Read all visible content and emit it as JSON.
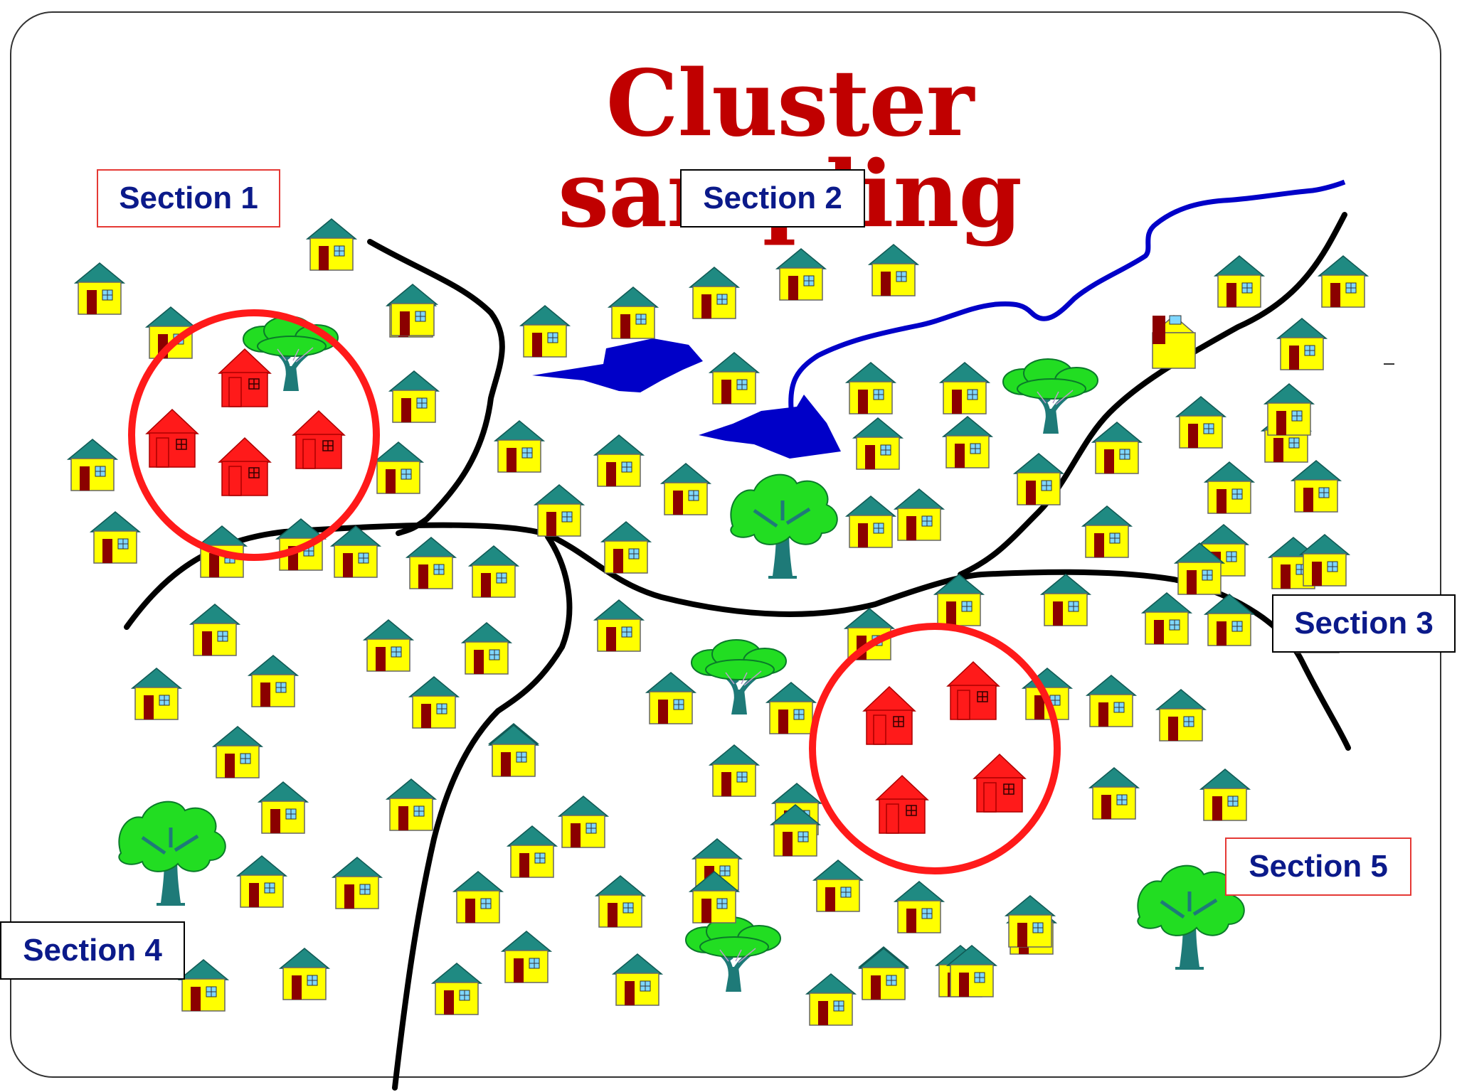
{
  "title": "Cluster sampling",
  "sections": {
    "s1": "Section 1",
    "s2": "Section 2",
    "s3": "Section 3",
    "s4": "Section 4",
    "s5": "Section 5"
  },
  "colors": {
    "title": "#c00000",
    "label_text": "#0b1a8a",
    "house_wall": "#ffff00",
    "house_roof": "#1f8a82",
    "door": "#8b0000",
    "window": "#7fd7ff",
    "sampled_house": "#ff1a1a",
    "cluster_circle": "#ff1a1a",
    "boundary": "#000000",
    "water": "#0000c8",
    "tree_leaves": "#22dd22",
    "tree_trunk": "#1e7a78"
  },
  "icons": [
    "house-icon",
    "sampled-house-icon",
    "tree-icon",
    "lake-icon",
    "river-icon"
  ]
}
